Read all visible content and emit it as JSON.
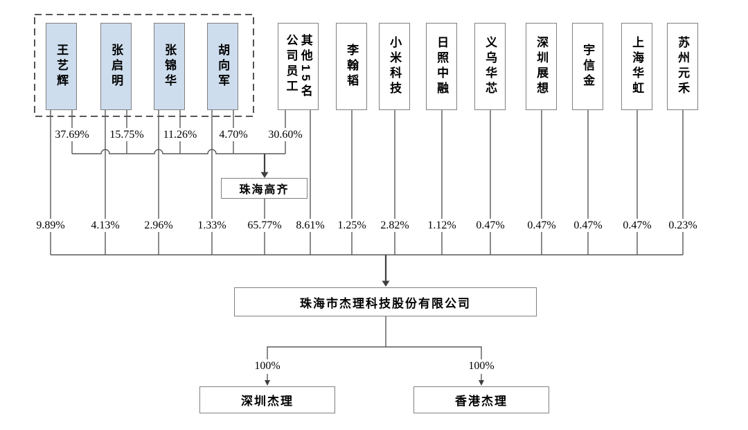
{
  "palette": {
    "box_fill_blue": "#cdddee",
    "box_border": "#7f7f7f",
    "line": "#595959",
    "dash_border": "#3f3f3f",
    "arrow": "#3f3f3f"
  },
  "founders_group": {
    "members": [
      {
        "name": "王艺辉",
        "gaoqi_pct": "37.69%",
        "company_pct": "9.89%"
      },
      {
        "name": "张启明",
        "gaoqi_pct": "15.75%",
        "company_pct": "4.13%"
      },
      {
        "name": "张锦华",
        "gaoqi_pct": "11.26%",
        "company_pct": "2.96%"
      },
      {
        "name": "胡向军",
        "gaoqi_pct": "4.70%",
        "company_pct": "1.33%"
      }
    ]
  },
  "employees": {
    "name": "其他15名\n公司员工",
    "gaoqi_pct": "30.60%",
    "company_pct": "8.61%"
  },
  "gaoqi": {
    "name": "珠海高齐",
    "company_pct": "65.77%"
  },
  "shareholders": [
    {
      "name": "李翰韬",
      "pct": "1.25%"
    },
    {
      "name": "小米科技",
      "pct": "2.82%"
    },
    {
      "name": "日照中融",
      "pct": "1.12%"
    },
    {
      "name": "义乌华芯",
      "pct": "0.47%"
    },
    {
      "name": "深圳展想",
      "pct": "0.47%"
    },
    {
      "name": "宇信金",
      "pct": "0.47%"
    },
    {
      "name": "上海华虹",
      "pct": "0.47%"
    },
    {
      "name": "苏州元禾",
      "pct": "0.23%"
    }
  ],
  "company": {
    "name": "珠海市杰理科技股份有限公司"
  },
  "subsidiaries": [
    {
      "name": "深圳杰理",
      "pct": "100%"
    },
    {
      "name": "香港杰理",
      "pct": "100%"
    }
  ]
}
